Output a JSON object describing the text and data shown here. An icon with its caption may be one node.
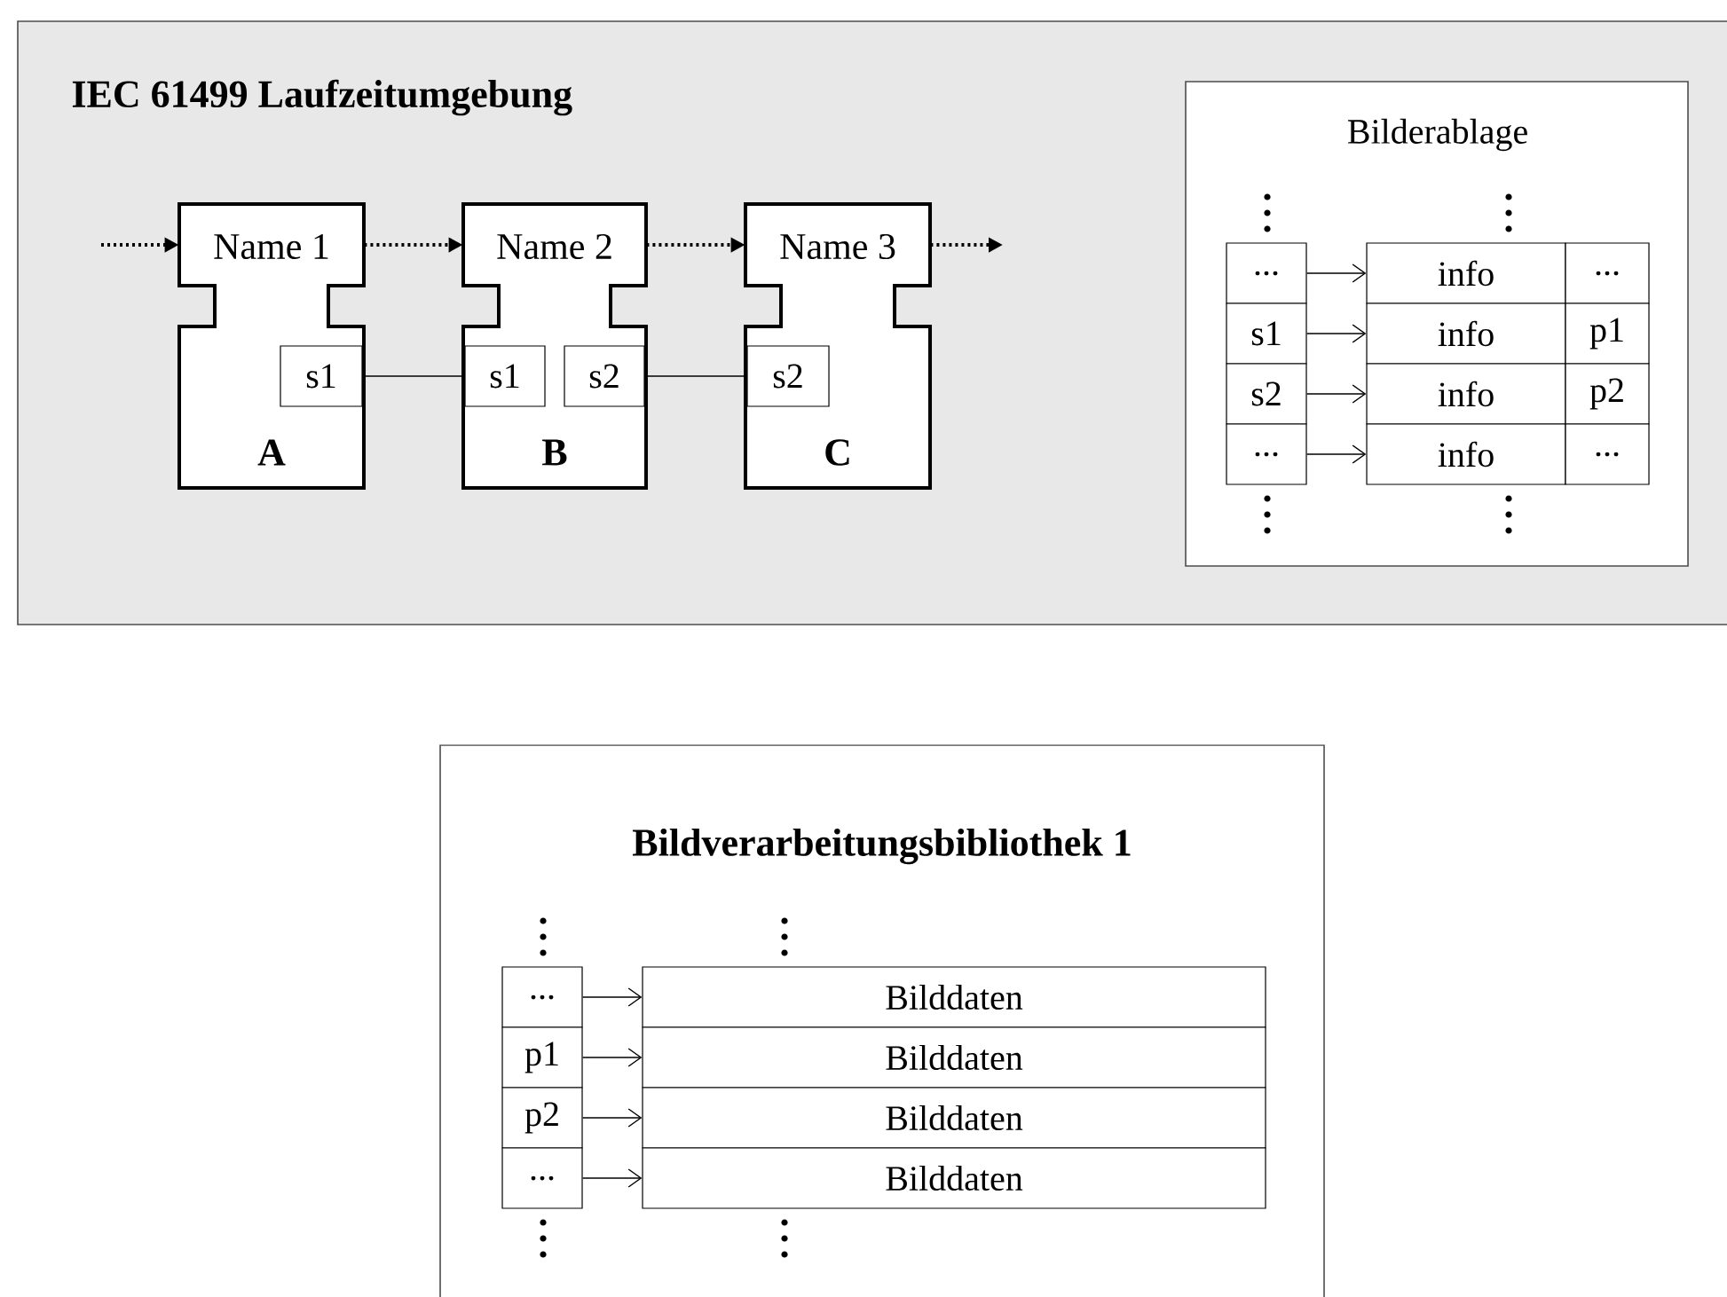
{
  "diagram": {
    "nodes": [
      {
        "text": [
          "IEC 61499 Laufzeitumgebung"
        ]
      },
      {
        "text": [
          "Name 1",
          "A"
        ],
        "in": 0
      },
      {
        "text": [
          "s1"
        ],
        "in": 1
      },
      {
        "text": [
          "Name 2",
          "B"
        ],
        "in": 0
      },
      {
        "text": [
          "s1"
        ],
        "in": 3
      },
      {
        "text": [
          "s2"
        ],
        "in": 3
      },
      {
        "text": [
          "Name 3",
          "C"
        ],
        "in": 0
      },
      {
        "text": [
          "s2"
        ],
        "in": 6
      },
      {
        "text": [
          "Bilderablage"
        ],
        "in": 0
      },
      {
        "text": [
          "..."
        ],
        "in": 8
      },
      {
        "text": [
          "s1"
        ],
        "in": 8
      },
      {
        "text": [
          "s2"
        ],
        "in": 8
      },
      {
        "text": [
          "..."
        ],
        "in": 8
      },
      {
        "text": [
          "info"
        ],
        "in": 8
      },
      {
        "text": [
          "info"
        ],
        "in": 8
      },
      {
        "text": [
          "info"
        ],
        "in": 8
      },
      {
        "text": [
          "info"
        ],
        "in": 8
      },
      {
        "text": [
          "..."
        ],
        "in": 8
      },
      {
        "text": [
          "p1"
        ],
        "in": 8
      },
      {
        "text": [
          "p2"
        ],
        "in": 8
      },
      {
        "text": [
          "..."
        ],
        "in": 8
      },
      {
        "text": [
          "Bildverarbeitungsbibliothek 1"
        ]
      },
      {
        "text": [
          "..."
        ],
        "in": 21
      },
      {
        "text": [
          "p1"
        ],
        "in": 21
      },
      {
        "text": [
          "p2"
        ],
        "in": 21
      },
      {
        "text": [
          "..."
        ],
        "in": 21
      },
      {
        "text": [
          "Bilddaten"
        ],
        "in": 21
      },
      {
        "text": [
          "Bilddaten"
        ],
        "in": 21
      },
      {
        "text": [
          "Bilddaten"
        ],
        "in": 21
      },
      {
        "text": [
          "Bilddaten"
        ],
        "in": 21
      }
    ],
    "edges": [
      {
        "from": null,
        "to": 1,
        "arrow": "to",
        "style": "dashed"
      },
      {
        "from": 1,
        "to": 3,
        "arrow": "to",
        "style": "dashed"
      },
      {
        "from": 3,
        "to": 6,
        "arrow": "to",
        "style": "dashed"
      },
      {
        "from": 6,
        "to": null,
        "arrow": "to",
        "style": "dashed"
      },
      {
        "from": 2,
        "to": 4,
        "arrow": "none"
      },
      {
        "from": 5,
        "to": 7,
        "arrow": "none"
      },
      {
        "from": 9,
        "to": 13,
        "arrow": "to"
      },
      {
        "from": 10,
        "to": 14,
        "arrow": "to"
      },
      {
        "from": 11,
        "to": 15,
        "arrow": "to"
      },
      {
        "from": 12,
        "to": 16,
        "arrow": "to"
      },
      {
        "from": 22,
        "to": 26,
        "arrow": "to"
      },
      {
        "from": 23,
        "to": 27,
        "arrow": "to"
      },
      {
        "from": 24,
        "to": 28,
        "arrow": "to"
      },
      {
        "from": 25,
        "to": 29,
        "arrow": "to"
      }
    ]
  }
}
